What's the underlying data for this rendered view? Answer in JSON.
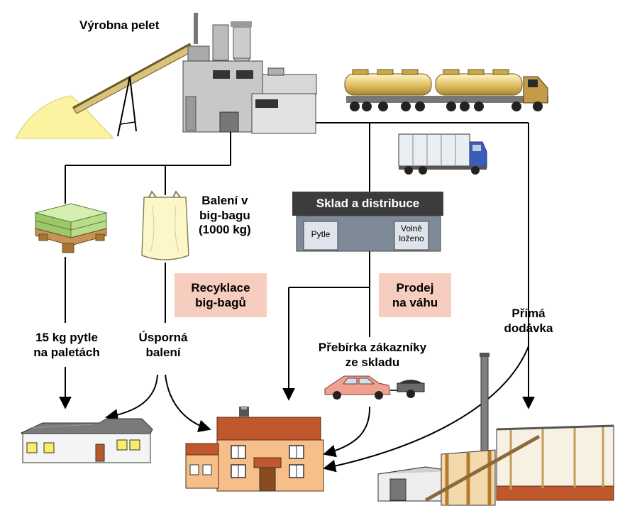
{
  "labels": {
    "plant": "Výrobna pelet",
    "bigbag": [
      "Balení v",
      "big-bagu",
      "(1000 kg)"
    ],
    "warehouse": "Sklad a distribuce",
    "bags_small": "Pytle",
    "bulk": [
      "Volně",
      "loženo"
    ],
    "recycling": [
      "Recyklace",
      "big-bagů"
    ],
    "weighing": [
      "Prodej",
      "na váhu"
    ],
    "direct": [
      "Přímá",
      "dodávka"
    ],
    "pallets": [
      "15 kg pytle",
      "na paletách"
    ],
    "economy": [
      "Úsporná",
      "balení"
    ],
    "pickup": [
      "Přebírka zákazníky",
      "ze skladu"
    ]
  },
  "colors": {
    "pink_box": "#f7cdbf",
    "pellets": "#fbf3a0",
    "bag_green": "#b7dc8a",
    "house_wall": "#f6bf8a",
    "roof": "#c0582e",
    "warehouse_wall": "#7f8a99"
  }
}
